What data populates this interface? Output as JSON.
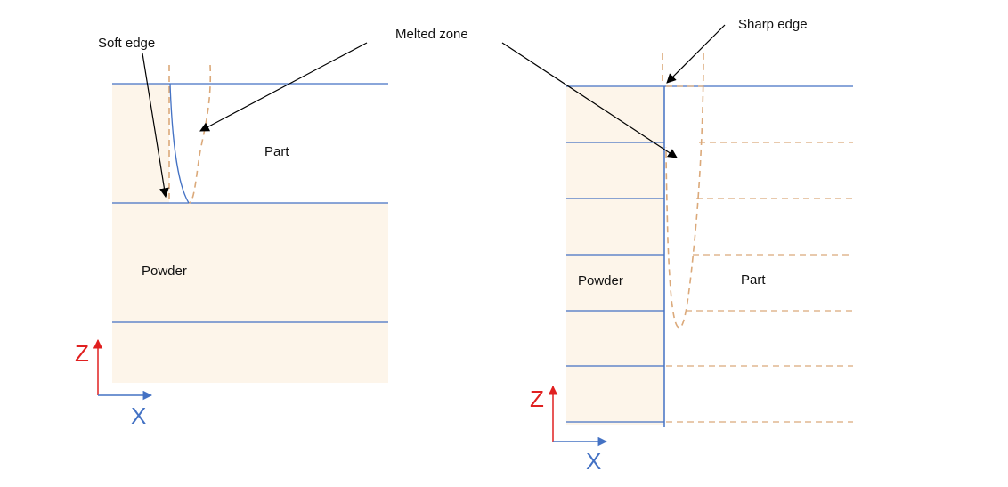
{
  "labels": {
    "soft_edge": "Soft edge",
    "melted_zone": "Melted zone",
    "sharp_edge": "Sharp edge",
    "part_left": "Part",
    "powder_left": "Powder",
    "powder_right": "Powder",
    "part_right": "Part"
  },
  "axes": {
    "z": "Z",
    "x": "X"
  },
  "colors": {
    "powder_fill": "#fdf5ea",
    "layer_line": "#4472c4",
    "melt_dash": "#dba97a",
    "arrow": "#000000",
    "z_axis": "#e02020",
    "x_axis": "#4472c4"
  }
}
